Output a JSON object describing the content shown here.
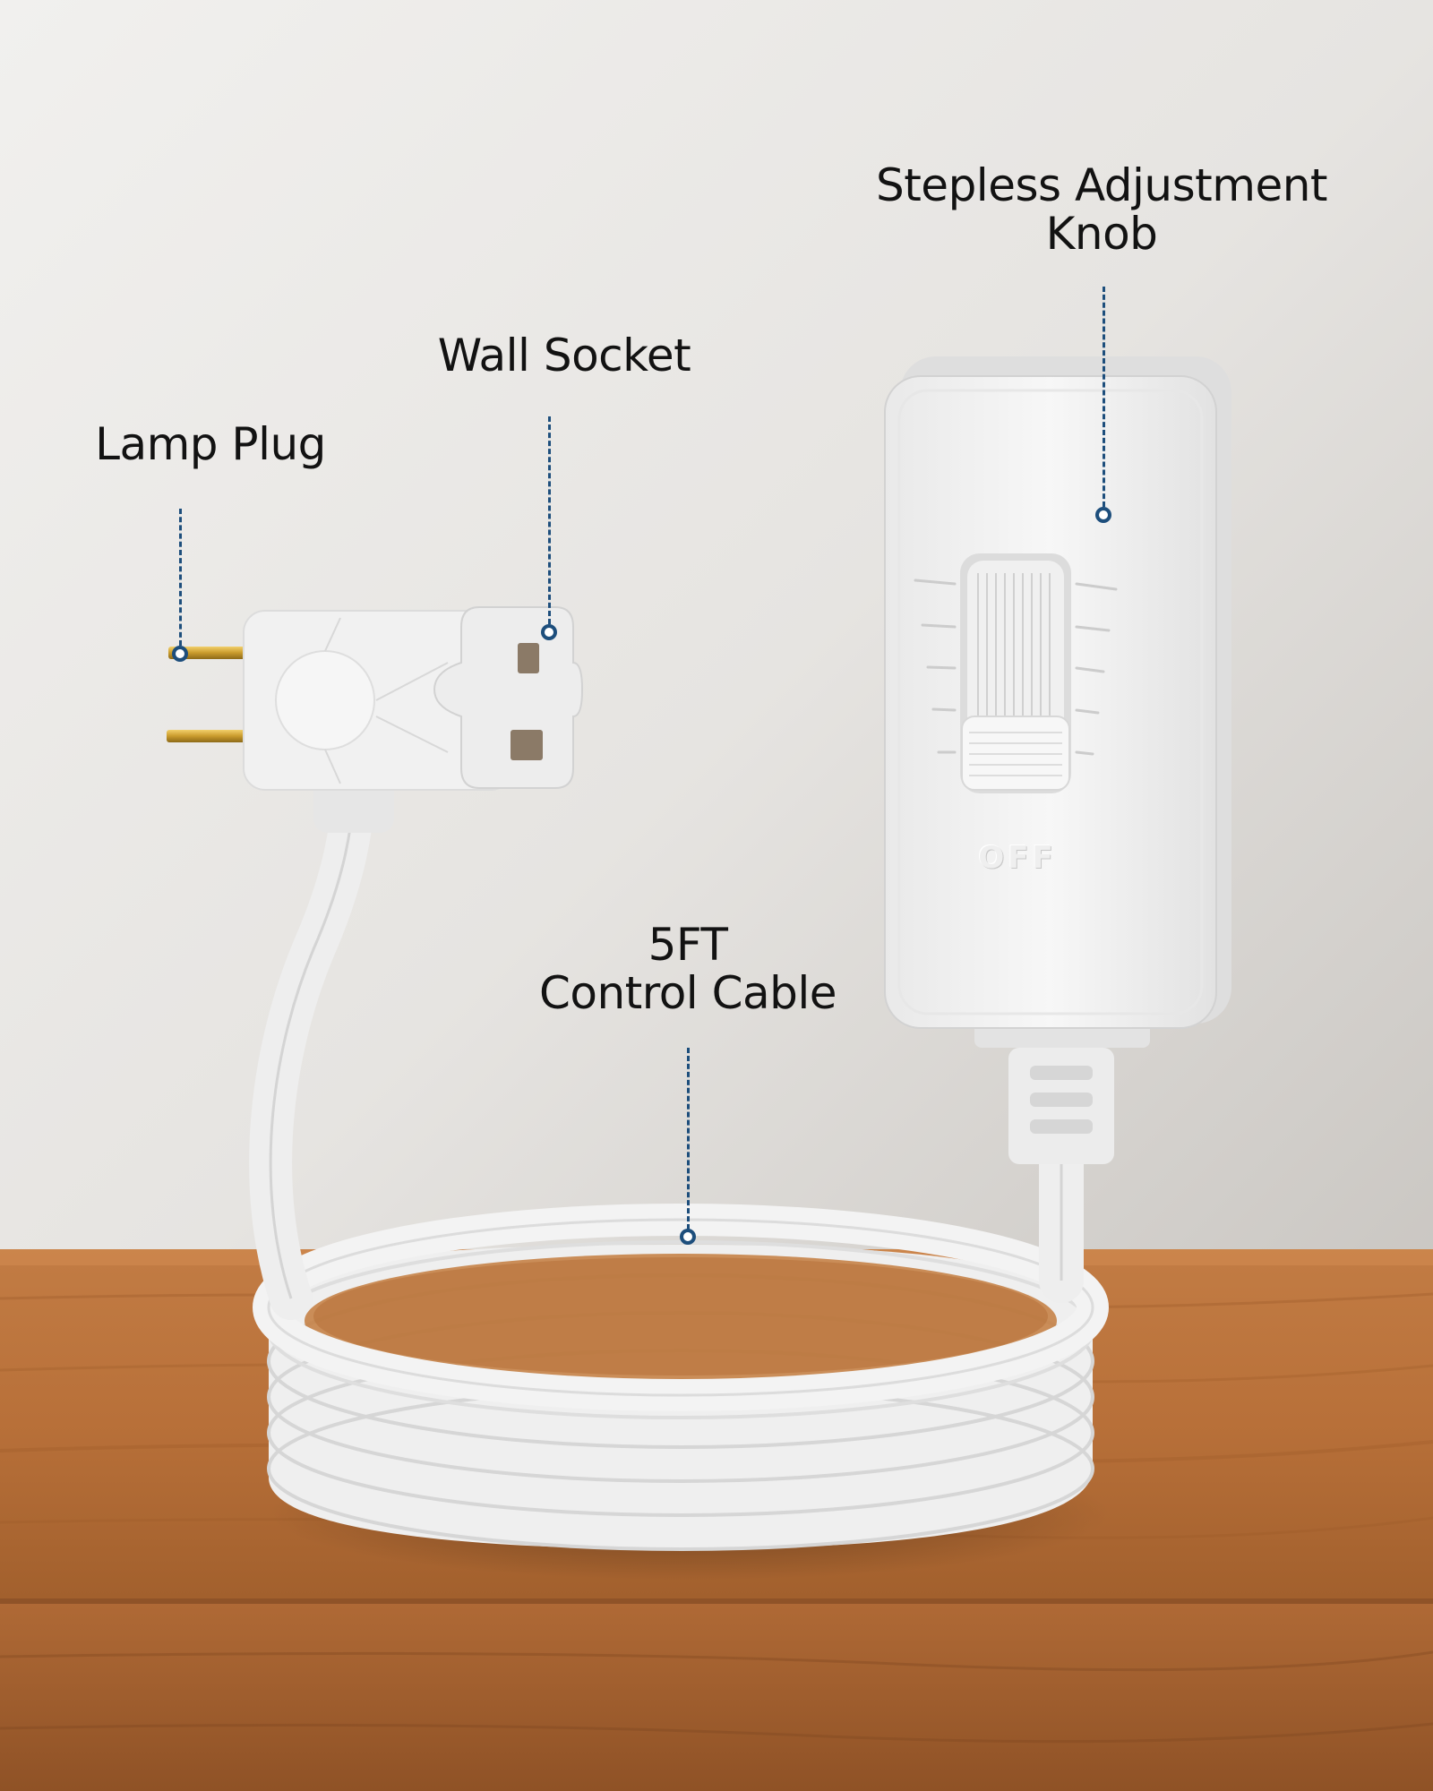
{
  "callouts": {
    "knob": {
      "line1": "Stepless Adjustment",
      "line2": "Knob"
    },
    "wall_socket": {
      "label": "Wall Socket"
    },
    "lamp_plug": {
      "label": "Lamp Plug"
    },
    "cable": {
      "line1": "5FT",
      "line2": "Control Cable"
    }
  },
  "switch": {
    "status_text": "OFF"
  },
  "colors": {
    "callout_accent": "#1d4e7c",
    "wood": "#b8743f",
    "device_white": "#f2f2f2"
  }
}
